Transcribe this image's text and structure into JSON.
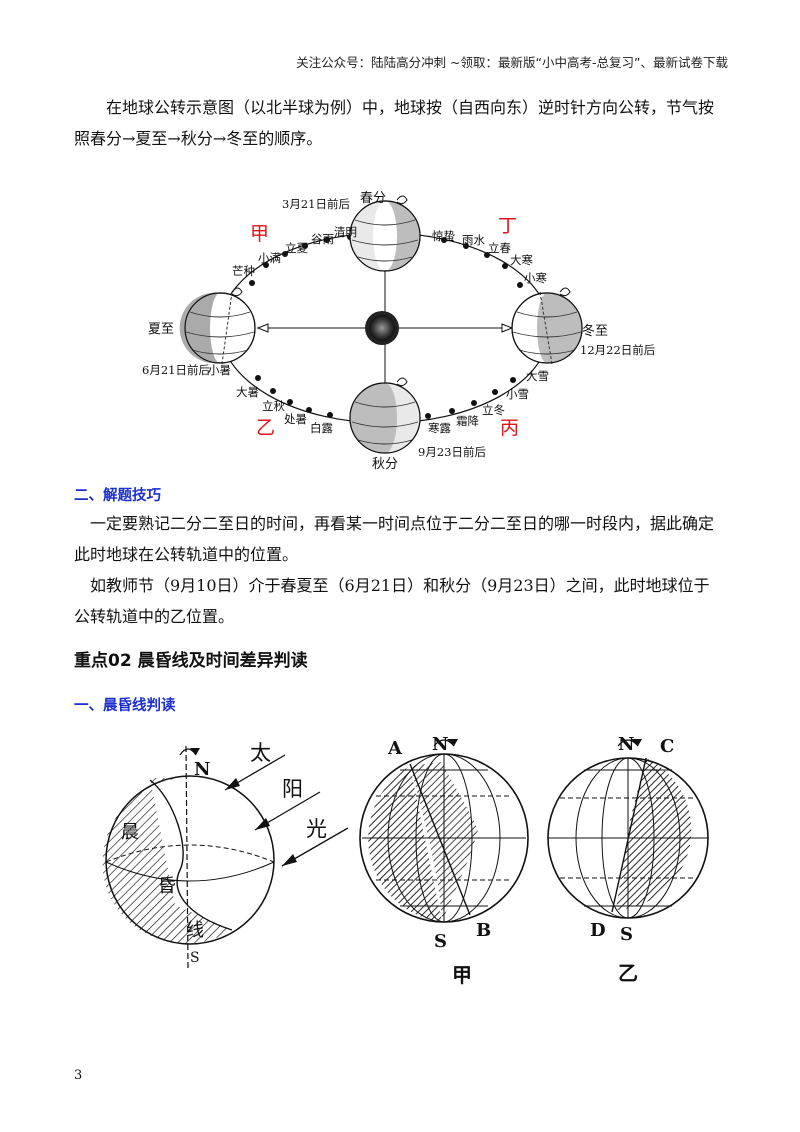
{
  "header": "关注公众号：陆陆高分冲刺 ~领取：最新版“小中高考-总复习”、最新试卷下载",
  "intro": [
    "在地球公转示意图（以北半球为例）中，地球按（自西向东）逆时针方向公转，节气按",
    "照春分→夏至→秋分→冬至的顺序。"
  ],
  "orbit": {
    "dates": {
      "spring": "3月21日前后",
      "summer": "6月21日前后",
      "autumn": "9月23日前后",
      "winter": "12月22日前后"
    },
    "season_names": {
      "spring": "春分",
      "summer": "夏至",
      "autumn": "秋分",
      "winter": "冬至"
    },
    "positions": {
      "jia": "甲",
      "yi": "乙",
      "bing": "丙",
      "ding": "丁"
    },
    "terms": {
      "q1": [
        "清明",
        "谷雨",
        "立夏",
        "小满",
        "芒种"
      ],
      "q2": [
        "小暑",
        "大暑",
        "立秋",
        "处暑",
        "白露"
      ],
      "q3": [
        "寒露",
        "霜降",
        "立冬",
        "小雪",
        "大雪"
      ],
      "q4": [
        "小寒",
        "大寒",
        "立春",
        "雨水",
        "惊蛰"
      ]
    }
  },
  "s2_title": "二、解题技巧",
  "s2_para1": [
    "一定要熟记二分二至日的时间，再看某一时间点位于二分二至日的哪一时段内，据此确定",
    "此时地球在公转轨道中的位置。"
  ],
  "s2_para2": [
    "如教师节（9月10日）介于春夏至（6月21日）和秋分（9月23日）之间，此时地球位于",
    "公转轨道中的乙位置。"
  ],
  "key_title": "重点02  晨昏线及时间差异判读",
  "s1_title": "一、晨昏线判读",
  "globe1": {
    "n": "N",
    "s": "S",
    "sun": [
      "太",
      "阳",
      "光"
    ],
    "chen": "晨",
    "hun": "昏",
    "xian": "线"
  },
  "globe2": {
    "a": "A",
    "b": "B",
    "n": "N",
    "s": "S",
    "caption": "甲"
  },
  "globe3": {
    "c": "C",
    "d": "D",
    "n": "N",
    "s": "S",
    "caption": "乙"
  },
  "page_number": "3"
}
